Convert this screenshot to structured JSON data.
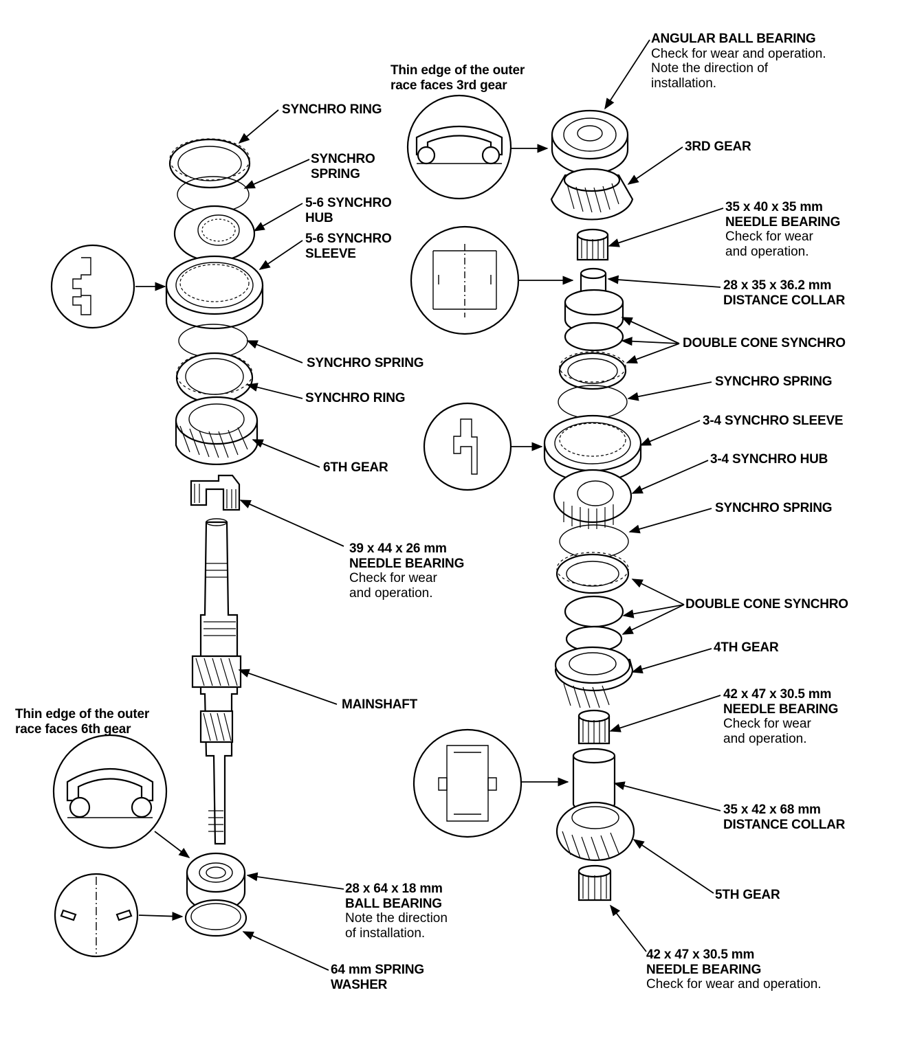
{
  "notes": {
    "third_gear_orientation": [
      "Thin edge of the outer",
      "race faces 3rd gear"
    ],
    "sixth_gear_orientation": [
      "Thin edge of the outer",
      "race faces 6th gear"
    ]
  },
  "left_column": {
    "synchro_ring_top": [
      "SYNCHRO RING"
    ],
    "synchro_spring_top": [
      "SYNCHRO",
      "SPRING"
    ],
    "hub_56": [
      "5-6 SYNCHRO",
      "HUB"
    ],
    "sleeve_56": [
      "5-6 SYNCHRO",
      "SLEEVE"
    ],
    "synchro_spring_mid": [
      "SYNCHRO SPRING"
    ],
    "synchro_ring_mid": [
      "SYNCHRO RING"
    ],
    "sixth_gear": [
      "6TH GEAR"
    ],
    "needle_39": {
      "title": [
        "39 x 44 x 26 mm",
        "NEEDLE BEARING"
      ],
      "note": [
        "Check for wear",
        "and operation."
      ]
    },
    "mainshaft": [
      "MAINSHAFT"
    ],
    "ball_bearing_28": {
      "title": [
        "28 x 64 x 18 mm",
        "BALL BEARING"
      ],
      "note": [
        "Note the direction",
        "of installation."
      ]
    },
    "spring_washer": [
      "64 mm SPRING",
      "WASHER"
    ]
  },
  "right_column": {
    "angular_bearing": {
      "title": [
        "ANGULAR BALL BEARING"
      ],
      "note": [
        "Check for wear and operation.",
        "Note the direction of",
        "installation."
      ]
    },
    "third_gear": [
      "3RD GEAR"
    ],
    "needle_35": {
      "title": [
        "35 x 40 x 35 mm",
        "NEEDLE BEARING"
      ],
      "note": [
        "Check for wear",
        "and operation."
      ]
    },
    "collar_28": [
      "28 x 35 x 36.2 mm",
      "DISTANCE COLLAR"
    ],
    "double_cone_top": [
      "DOUBLE CONE SYNCHRO"
    ],
    "synchro_spring_a": [
      "SYNCHRO SPRING"
    ],
    "sleeve_34": [
      "3-4 SYNCHRO SLEEVE"
    ],
    "hub_34": [
      "3-4 SYNCHRO HUB"
    ],
    "synchro_spring_b": [
      "SYNCHRO SPRING"
    ],
    "double_cone_bottom": [
      "DOUBLE CONE SYNCHRO"
    ],
    "fourth_gear": [
      "4TH GEAR"
    ],
    "needle_42_a": {
      "title": [
        "42 x 47 x 30.5 mm",
        "NEEDLE BEARING"
      ],
      "note": [
        "Check for wear",
        "and operation."
      ]
    },
    "collar_35": [
      "35 x 42 x 68 mm",
      "DISTANCE COLLAR"
    ],
    "fifth_gear": [
      "5TH GEAR"
    ],
    "needle_42_b": {
      "title": [
        "42 x 47 x 30.5 mm",
        "NEEDLE BEARING"
      ],
      "note": [
        "Check for wear and operation."
      ]
    }
  }
}
